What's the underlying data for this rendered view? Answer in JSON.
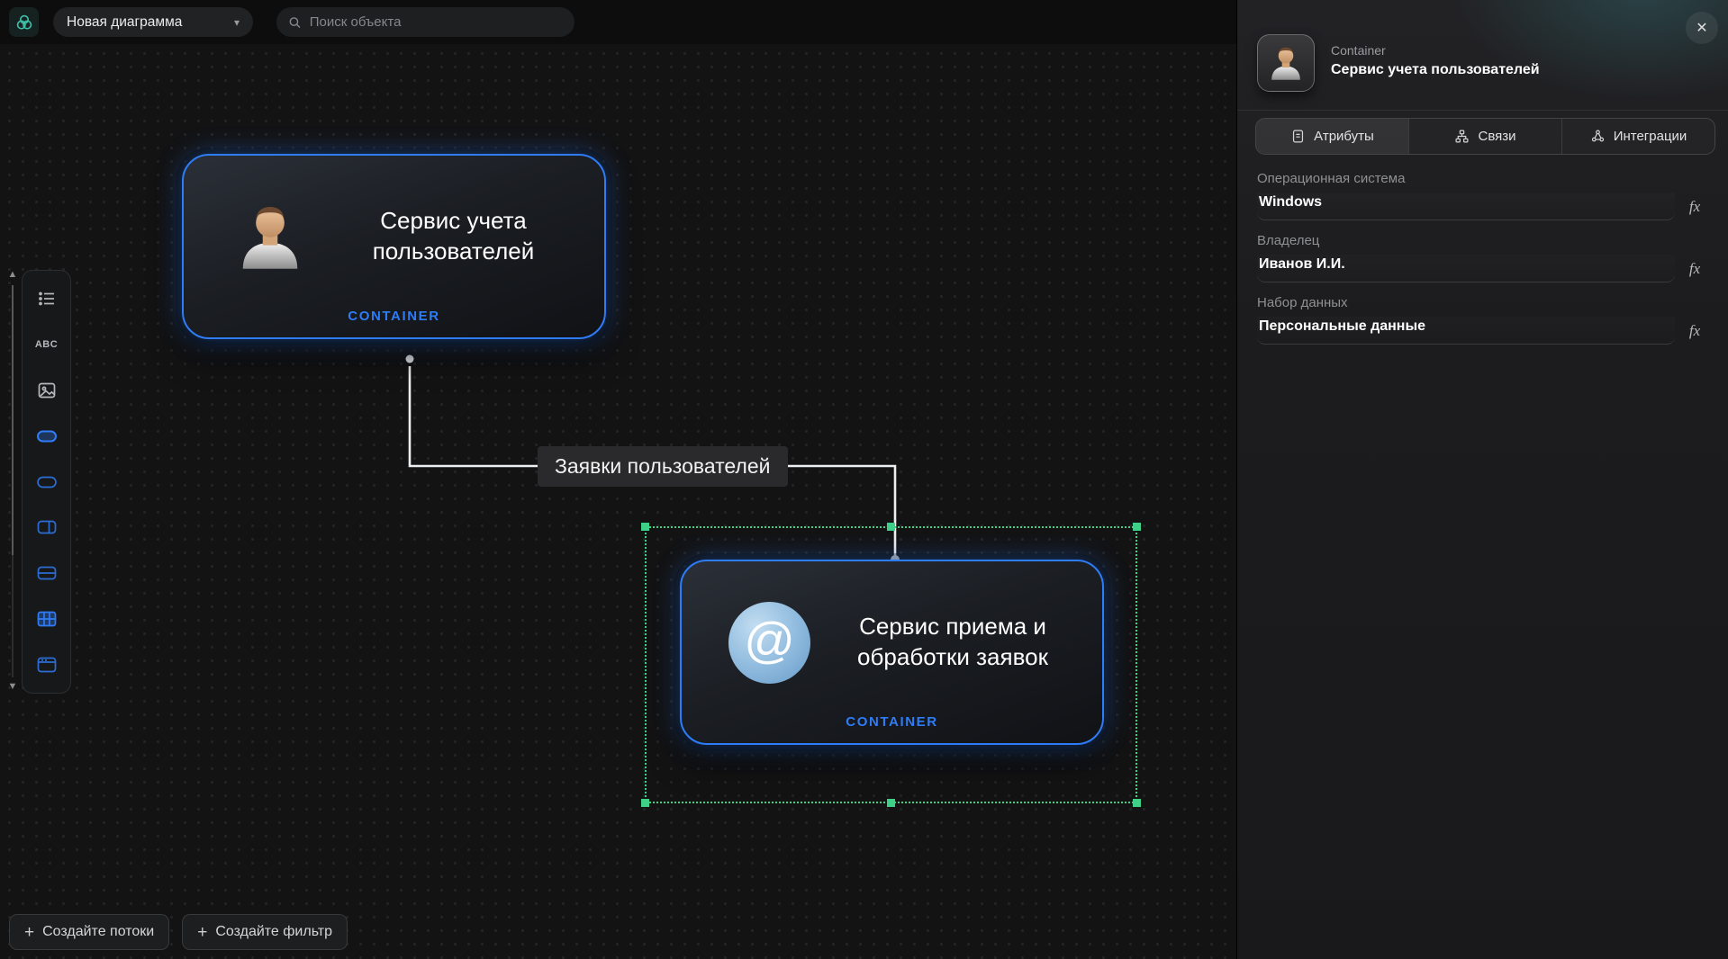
{
  "icons": {
    "chevron_down": "▾",
    "plus": "+",
    "close": "✕",
    "at": "@",
    "fx": "fx",
    "abc": "ABC"
  },
  "topbar": {
    "diagram_name": "Новая диаграмма",
    "search_placeholder": "Поиск объекта"
  },
  "canvas": {
    "nodes": [
      {
        "title": "Сервис учета пользователей",
        "type_label": "CONTAINER"
      },
      {
        "title": "Сервис приема и обработки заявок",
        "type_label": "CONTAINER"
      }
    ],
    "edge": {
      "label": "Заявки пользователей"
    }
  },
  "footer": {
    "create_flows_label": "Создайте потоки",
    "create_filter_label": "Создайте фильтр"
  },
  "panel": {
    "object_type": "Container",
    "object_title": "Сервис учета пользователей",
    "tabs": [
      {
        "label": "Атрибуты"
      },
      {
        "label": "Связи"
      },
      {
        "label": "Интеграции"
      }
    ],
    "fields": [
      {
        "label": "Операционная система",
        "value": "Windows"
      },
      {
        "label": "Владелец",
        "value": "Иванов И.И."
      },
      {
        "label": "Набор данных",
        "value": "Персональные данные"
      }
    ]
  }
}
